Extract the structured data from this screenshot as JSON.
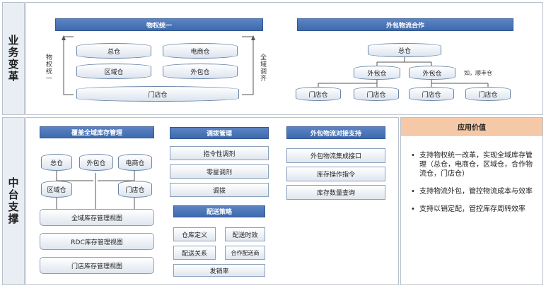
{
  "sections": {
    "top_label": "业务变革",
    "bottom_label": "中台支撑"
  },
  "top_left": {
    "title": "物权统一",
    "left_note": "物权统一",
    "right_note": "全域调齐",
    "warehouses": [
      "总仓",
      "电商仓",
      "区域仓",
      "外包仓",
      "门店仓"
    ]
  },
  "top_right": {
    "title": "外包物流合作",
    "root": "总仓",
    "level2": [
      "外包仓",
      "外包仓"
    ],
    "note": "如，顺丰仓",
    "level3": [
      "门店仓",
      "门店仓",
      "门店仓",
      "门店仓"
    ]
  },
  "inventory": {
    "title": "覆盖全域库存管理",
    "warehouses": [
      "总仓",
      "外包仓",
      "电商仓",
      "区域仓",
      "门店仓"
    ],
    "views": [
      "全域库存管理视图",
      "RDC库存管理视图",
      "门店库存管理视图"
    ]
  },
  "allocation": {
    "title": "调拨管理",
    "items": [
      "指令性调剂",
      "零星调剂",
      "调拨"
    ]
  },
  "distribution": {
    "title": "配送策略",
    "items": [
      "仓库定义",
      "配送时效",
      "配送关系",
      "合作配送商"
    ],
    "footer": "发销率"
  },
  "outsource": {
    "title": "外包物流对接支持",
    "items": [
      "外包物流集成接口",
      "库存操作指令",
      "库存数量查询"
    ]
  },
  "value": {
    "title": "应用价值",
    "bullets": [
      "支持物权统一改革，实现全域库存管理（总仓，电商仓，区域仓，合作物流仓，门店仓）",
      "支持物流外包，管控物流成本与效率",
      "支持以销定配，管控库存周转效率"
    ]
  }
}
